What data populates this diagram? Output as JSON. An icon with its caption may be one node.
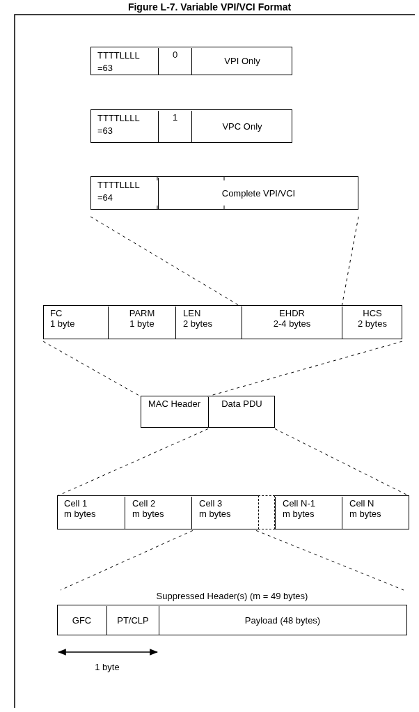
{
  "diagram": {
    "title": "Figure L-7. Variable VPI/VCI Format",
    "nodes": [
      {
        "text": [],
        "shape": "box"
      },
      {
        "text": [
          "TTTTLLLL =63"
        ],
        "in": 0
      },
      {
        "text": [
          "0"
        ],
        "in": 0
      },
      {
        "text": [
          "VPI Only"
        ],
        "in": 0
      },
      {
        "text": [],
        "shape": "box"
      },
      {
        "text": [
          "TTTTLLLL =63"
        ],
        "in": 4
      },
      {
        "text": [
          "1"
        ],
        "in": 4
      },
      {
        "text": [
          "VPC Only"
        ],
        "in": 4
      },
      {
        "text": [],
        "shape": "box"
      },
      {
        "text": [
          "TTTTLLLL =64"
        ],
        "in": 8
      },
      {
        "text": [
          "Complete VPI/VCI"
        ],
        "in": 8
      },
      {
        "text": [],
        "shape": "box"
      },
      {
        "text": [
          "FC",
          "1 byte"
        ],
        "in": 11
      },
      {
        "text": [
          "PARM",
          "1 byte"
        ],
        "in": 11
      },
      {
        "text": [
          "LEN",
          "2 bytes"
        ],
        "in": 11
      },
      {
        "text": [
          "EHDR",
          "2-4 bytes"
        ],
        "in": 11
      },
      {
        "text": [
          "HCS",
          "2 bytes"
        ],
        "in": 11
      },
      {
        "text": [],
        "shape": "box"
      },
      {
        "text": [
          "MAC Header"
        ],
        "in": 17
      },
      {
        "text": [
          "Data PDU"
        ],
        "in": 17
      },
      {
        "text": [],
        "shape": "box"
      },
      {
        "text": [
          "Cell 1",
          "m bytes"
        ],
        "in": 20
      },
      {
        "text": [
          "Cell 2",
          "m bytes"
        ],
        "in": 20
      },
      {
        "text": [
          "Cell 3",
          "m bytes"
        ],
        "in": 20
      },
      {
        "text": [],
        "shape": "box",
        "in": 20
      },
      {
        "text": [
          "Cell N-1",
          "m bytes"
        ],
        "in": 20
      },
      {
        "text": [
          "Cell N",
          "m bytes"
        ],
        "in": 20
      },
      {
        "text": [
          "Suppressed Header(s) (m = 49 bytes)"
        ]
      },
      {
        "text": [
          "GFC"
        ],
        "in": 27
      },
      {
        "text": [
          "PT/CLP"
        ],
        "in": 27
      },
      {
        "text": [
          "Payload (48 bytes)"
        ],
        "in": 27
      }
    ],
    "edges": [
      {
        "from": 8,
        "to": 15,
        "arrow": "none",
        "style": "dashed"
      },
      {
        "from": 8,
        "to": 15,
        "arrow": "none",
        "style": "dashed"
      },
      {
        "from": 11,
        "to": 17,
        "arrow": "none",
        "style": "dashed"
      },
      {
        "from": 11,
        "to": 17,
        "arrow": "none",
        "style": "dashed"
      },
      {
        "from": 19,
        "to": 20,
        "arrow": "none",
        "style": "dashed"
      },
      {
        "from": 19,
        "to": 20,
        "arrow": "none",
        "style": "dashed"
      },
      {
        "from": 23,
        "to": 27,
        "arrow": "none",
        "style": "dashed"
      },
      {
        "from": 23,
        "to": 27,
        "arrow": "none",
        "style": "dashed"
      }
    ],
    "labels": [
      "1 byte"
    ]
  }
}
